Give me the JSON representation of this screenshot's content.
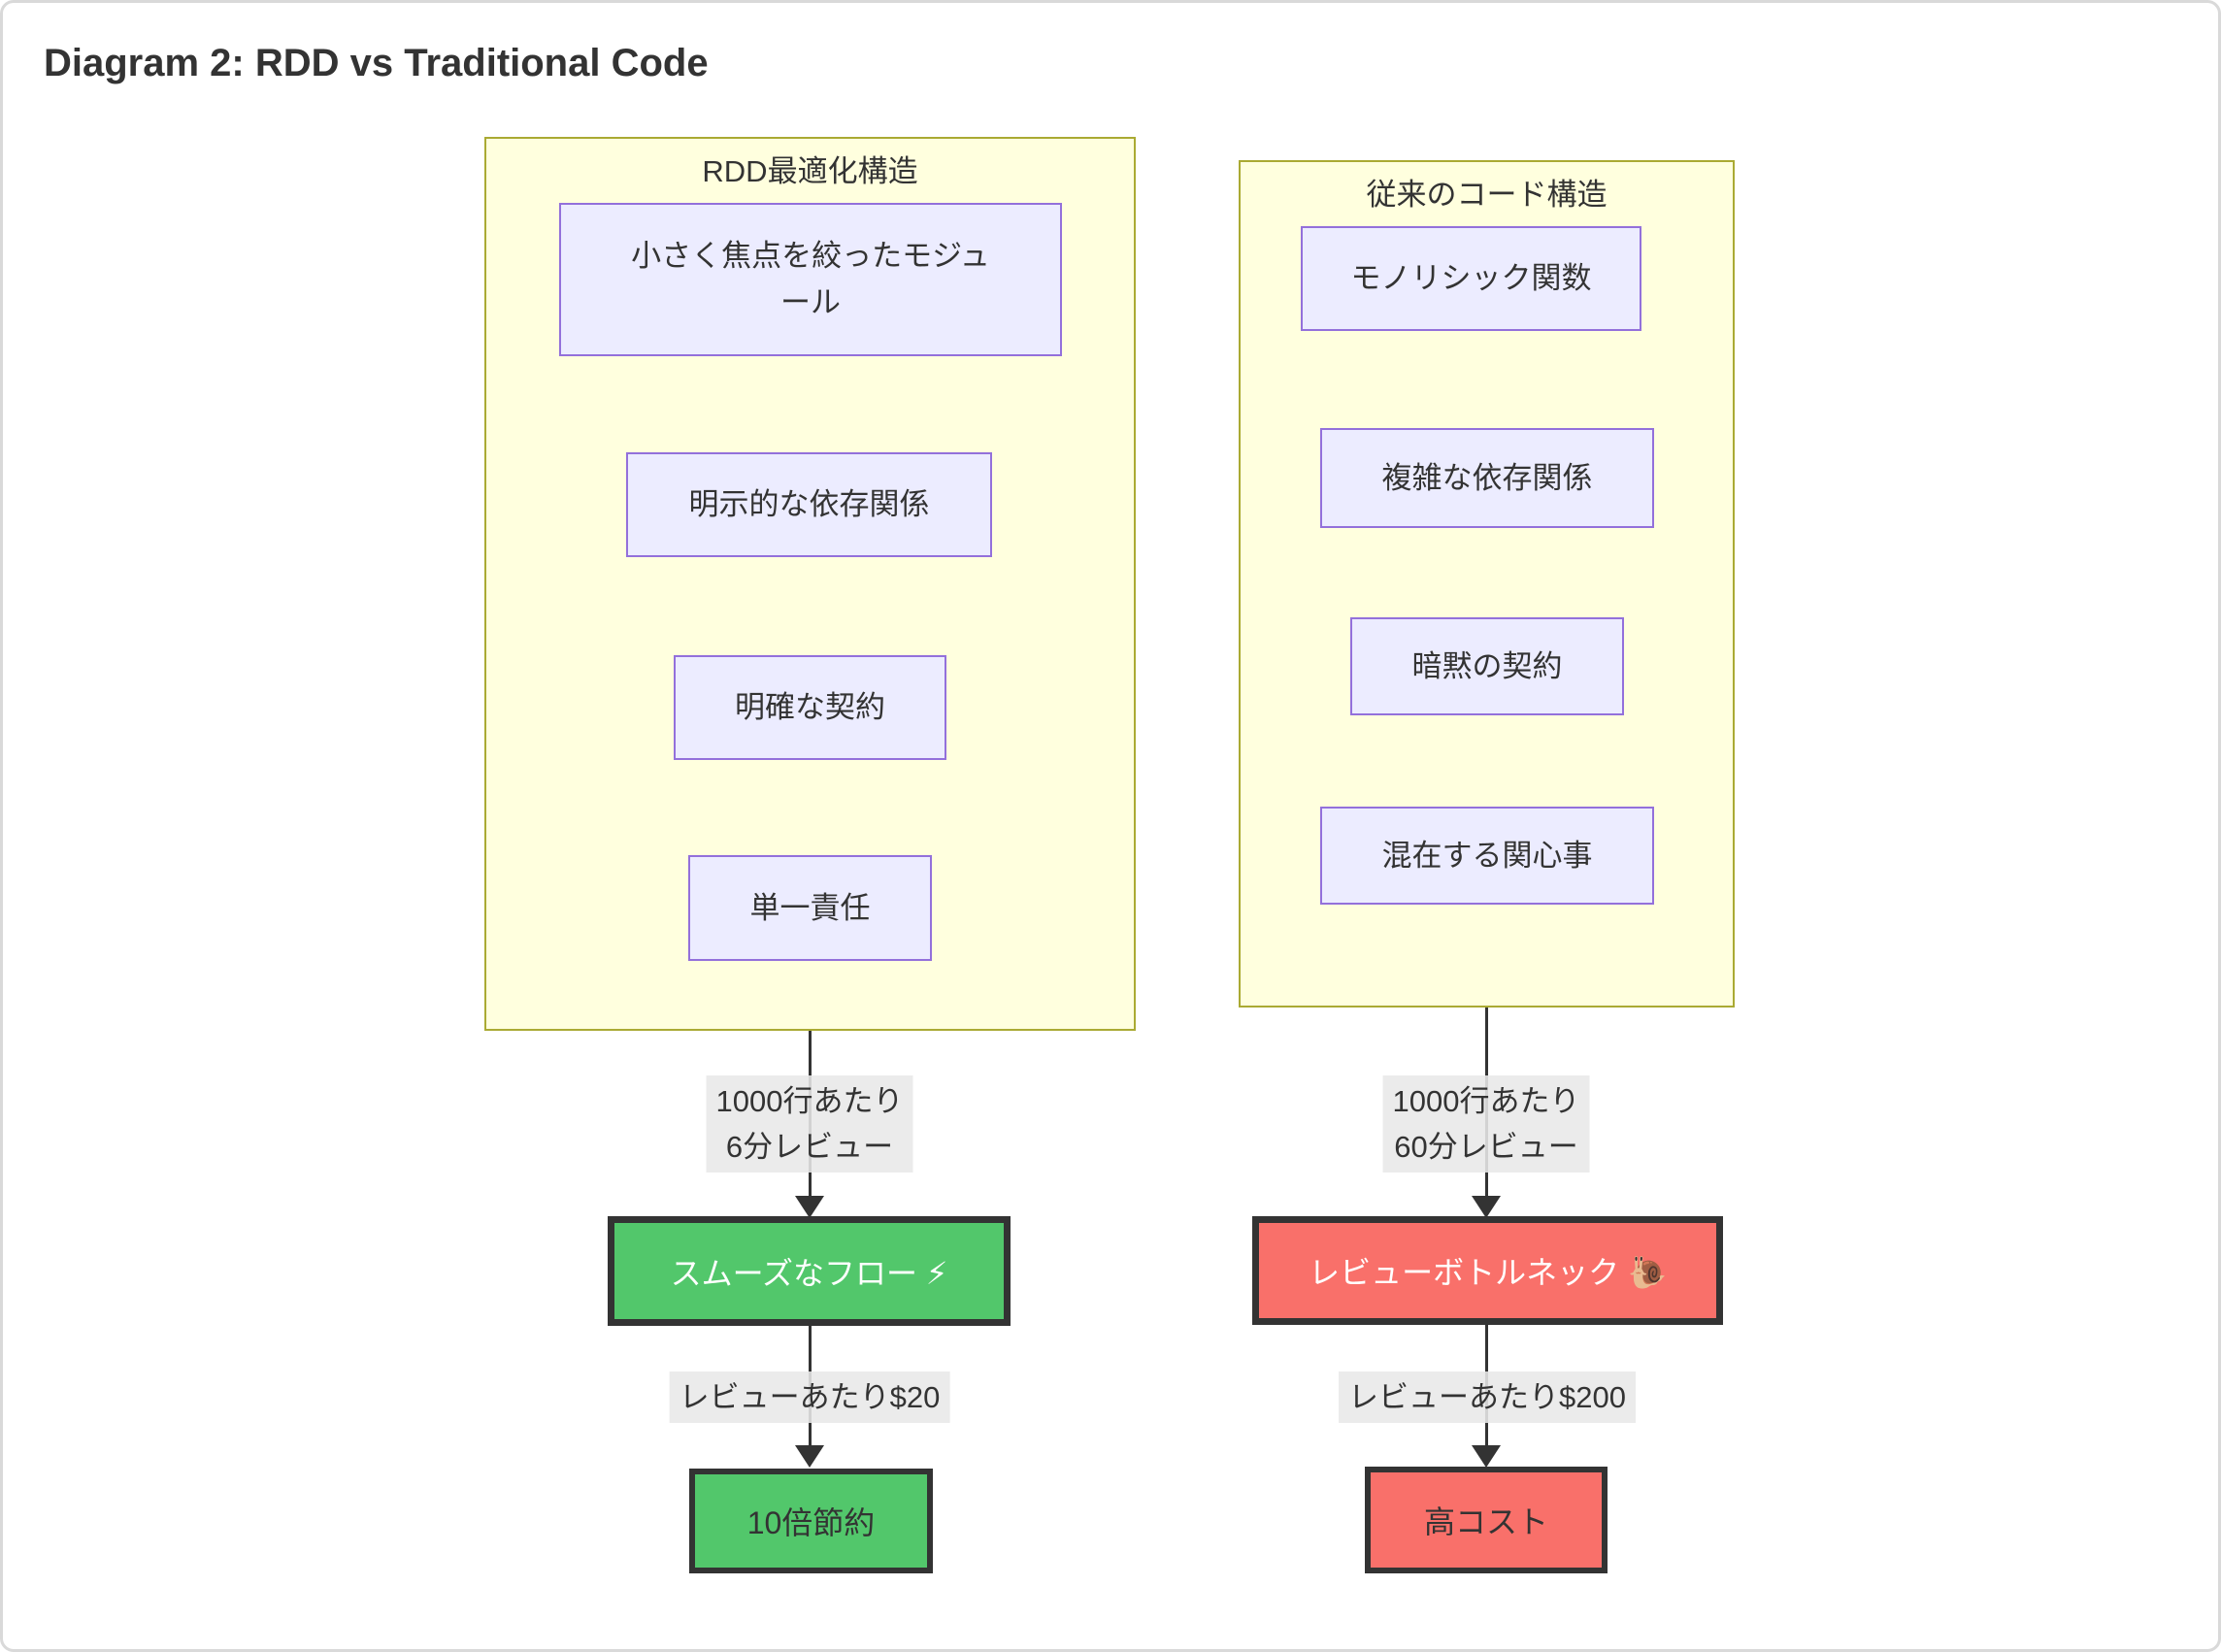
{
  "title": "Diagram 2: RDD vs Traditional Code",
  "colors": {
    "subgraph_fill": "#ffffde",
    "subgraph_border": "#aaaa33",
    "node_fill": "#ECECFF",
    "node_border": "#9370DB",
    "edge_color": "#333333",
    "edge_label_bg": "#e8e8e8",
    "green_fill": "#52c76b",
    "red_fill": "#f9706a",
    "text_color": "#333333"
  },
  "left_group": {
    "title": "RDD最適化構造",
    "nodes": [
      "小さく焦点を絞ったモジュール",
      "明示的な依存関係",
      "明確な契約",
      "単一責任"
    ]
  },
  "right_group": {
    "title": "従来のコード構造",
    "nodes": [
      "モノリシック関数",
      "複雑な依存関係",
      "暗黙の契約",
      "混在する関心事"
    ]
  },
  "left_flow": {
    "edge1_line1": "1000行あたり",
    "edge1_line2": "6分レビュー",
    "result": "スムーズなフロー ⚡",
    "edge2": "レビューあたり$20",
    "outcome": "10倍節約"
  },
  "right_flow": {
    "edge1_line1": "1000行あたり",
    "edge1_line2": "60分レビュー",
    "result": "レビューボトルネック 🐌",
    "edge2": "レビューあたり$200",
    "outcome": "高コスト"
  }
}
